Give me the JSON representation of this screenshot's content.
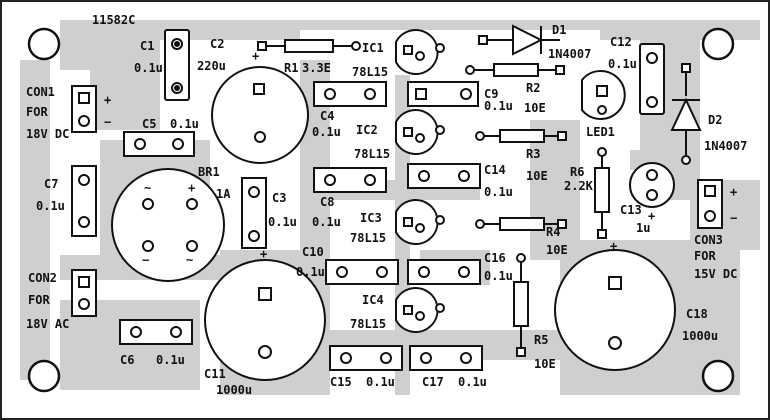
{
  "board_id": "11582C",
  "labels": {
    "c1": "C1",
    "c1v": "0.1u",
    "c2": "C2",
    "c2v": "220u",
    "r1": "R1",
    "r1v": "3.3E",
    "ic1": "IC1",
    "ic1v": "78L15",
    "d1": "D1",
    "d1v": "1N4007",
    "c12": "C12",
    "c12v": "0.1u",
    "con1": "CON1",
    "con1a": "FOR",
    "con1b": "18V DC",
    "c9": "C9",
    "c9v": "0.1u",
    "r2": "R2",
    "r2v": "10E",
    "c4": "C4",
    "c4v": "0.1u",
    "c5": "C5",
    "c5v": "0.1u",
    "ic2": "IC2",
    "ic2v": "78L15",
    "led1": "LED1",
    "d2": "D2",
    "d2v": "1N4007",
    "r3": "R3",
    "r3v": "10E",
    "c14": "C14",
    "c14v": "0.1u",
    "c7": "C7",
    "c7v": "0.1u",
    "br1": "BR1",
    "br1v": "1A",
    "c3": "C3",
    "c3v": "0.1u",
    "c8": "C8",
    "c8v": "0.1u",
    "r6": "R6",
    "r6v": "2.2K",
    "c13": "C13",
    "c13v": "1u",
    "con3": "CON3",
    "con3a": "FOR",
    "con3b": "15V DC",
    "ic3": "IC3",
    "ic3v": "78L15",
    "r4": "R4",
    "r4v": "10E",
    "c10": "C10",
    "c10v": "0.1u",
    "c16": "C16",
    "c16v": "0.1u",
    "con2": "CON2",
    "con2a": "FOR",
    "con2b": "18V AC",
    "ic4": "IC4",
    "ic4v": "78L15",
    "c18": "C18",
    "c18v": "1000u",
    "r5": "R5",
    "r5v": "10E",
    "c6": "C6",
    "c6v": "0.1u",
    "c11": "C11",
    "c11v": "1000u",
    "c15": "C15",
    "c15v": "0.1u",
    "c17": "C17",
    "c17v": "0.1u"
  },
  "polarity": {
    "plus": "+",
    "minus": "−",
    "tilde": "~"
  },
  "colors": {
    "trace": "#cfcfcf",
    "ink": "#111111",
    "border": "#222222",
    "hole": "#ffffff"
  }
}
